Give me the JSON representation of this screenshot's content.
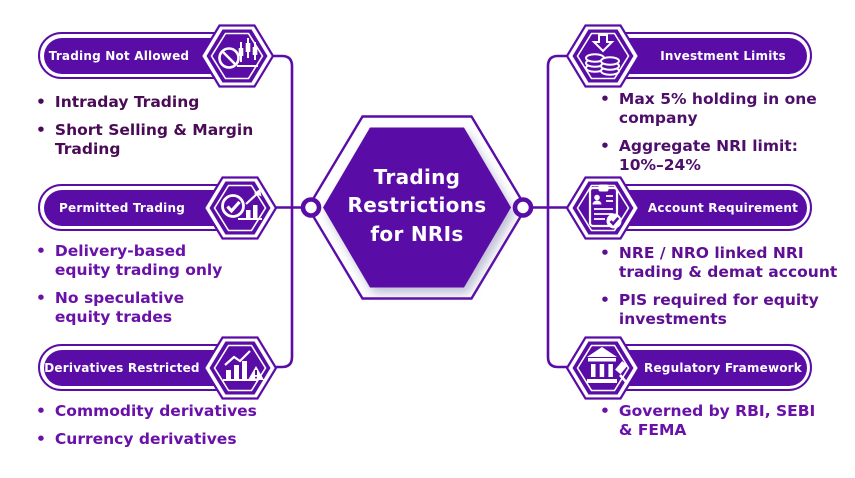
{
  "center": {
    "title_lines": [
      "Trading",
      "Restrictions",
      "for NRIs"
    ]
  },
  "bullet_char": "•",
  "colors": {
    "purple": "#5a0da6",
    "background": "#ffffff",
    "center_text": "#ffffff",
    "pill_label_text": "#ffffff"
  },
  "sections": [
    {
      "id": "trading-not-allowed",
      "side": "left",
      "label": "Trading Not Allowed",
      "icon": "no-trading-chart-icon",
      "text_color": "#4a0b55",
      "items": [
        {
          "lines": [
            "Intraday Trading"
          ]
        },
        {
          "lines": [
            "Short Selling & Margin",
            "Trading"
          ]
        }
      ]
    },
    {
      "id": "permitted-trading",
      "side": "left",
      "label": "Permitted Trading",
      "icon": "check-chart-icon",
      "text_color": "#6911a8",
      "items": [
        {
          "lines": [
            "Delivery-based",
            "equity trading only"
          ]
        },
        {
          "lines": [
            "No speculative",
            "equity trades"
          ]
        }
      ]
    },
    {
      "id": "derivatives-restricted",
      "side": "left",
      "label": "Derivatives Restricted",
      "icon": "chart-warning-icon",
      "text_color": "#6911a8",
      "items": [
        {
          "lines": [
            "Commodity derivatives"
          ]
        },
        {
          "lines": [
            "Currency derivatives"
          ]
        }
      ]
    },
    {
      "id": "investment-limits",
      "side": "right",
      "label": "Investment Limits",
      "icon": "coins-down-arrow-icon",
      "text_color": "#4e0f6b",
      "items": [
        {
          "lines": [
            "Max 5% holding in one",
            "company"
          ]
        },
        {
          "lines": [
            "Aggregate NRI limit:",
            "10%–24%"
          ]
        }
      ]
    },
    {
      "id": "account-requirement",
      "side": "right",
      "label": "Account Requirement",
      "icon": "checklist-clipboard-icon",
      "text_color": "#5e0f93",
      "items": [
        {
          "lines": [
            "NRE / NRO linked NRI",
            "trading & demat account"
          ]
        },
        {
          "lines": [
            "PIS required for equity",
            "investments"
          ]
        }
      ]
    },
    {
      "id": "regulatory-framework",
      "side": "right",
      "label": "Regulatory Framework",
      "icon": "courthouse-gavel-icon",
      "text_color": "#6911a8",
      "items": [
        {
          "lines": [
            "Governed by RBI, SEBI",
            "& FEMA"
          ]
        }
      ]
    }
  ]
}
